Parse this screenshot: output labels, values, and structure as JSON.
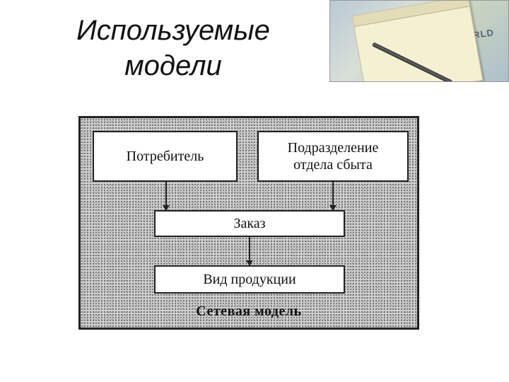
{
  "slide": {
    "title_line1": "Используемые",
    "title_line2": "модели"
  },
  "photo": {
    "map_text": "ORLD"
  },
  "diagram": {
    "consumer_label": "Потребитель",
    "division_line1": "Подразделение",
    "division_line2": "отдела сбыта",
    "order_label": "Заказ",
    "product_label": "Вид продукции",
    "caption": "Сетевая модель"
  },
  "colors": {
    "frame_fill": "#cfcfcf",
    "box_fill": "#ffffff",
    "stroke": "#222222"
  }
}
